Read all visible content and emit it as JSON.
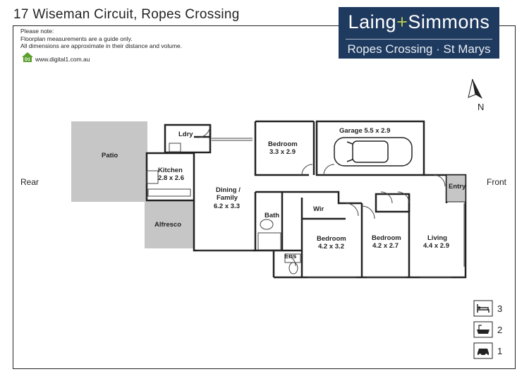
{
  "title": "17 Wiseman Circuit, Ropes Crossing",
  "brand": {
    "name_left": "Laing",
    "plus": "+",
    "name_right": "Simmons",
    "tagline": "Ropes Crossing · St Marys",
    "color": "#1f3a5f",
    "accent": "#b8c94a"
  },
  "notes": {
    "heading": "Please note:",
    "line1": "Floorplan measurements are a guide only.",
    "line2": "All dimensions are approximate in their distance and volume."
  },
  "website": "www.digital1.com.au",
  "sides": {
    "rear": "Rear",
    "front": "Front"
  },
  "compass": "N",
  "rooms": {
    "patio": "Patio",
    "laundry": "Ldry",
    "kitchen": "Kitchen",
    "kitchen_dim": "2.8 x 2.6",
    "alfresco": "Alfresco",
    "dining": "Dining /",
    "dining2": "Family",
    "dining_dim": "6.2 x 3.3",
    "bed_top": "Bedroom",
    "bed_top_dim": "3.3 x 2.9",
    "garage": "Garage 5.5 x 2.9",
    "bath": "Bath",
    "wir": "Wir",
    "ens": "Ens",
    "bed_main": "Bedroom",
    "bed_main_dim": "4.2 x 3.2",
    "bed_mid": "Bedroom",
    "bed_mid_dim": "4.2 x 2.7",
    "living": "Living",
    "living_dim": "4.4 x 2.9",
    "entry": "Entry"
  },
  "stats": {
    "bedrooms": "3",
    "bathrooms": "2",
    "car_spaces": "1"
  },
  "icons": {
    "bed": "bed-icon",
    "bath": "bathtub-icon",
    "car": "car-icon",
    "compass": "north-arrow-icon",
    "home": "house-logo-icon"
  }
}
